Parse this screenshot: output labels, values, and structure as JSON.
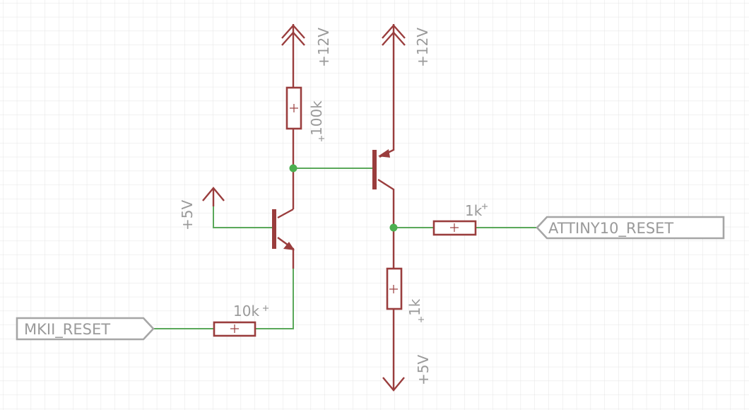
{
  "schematic": {
    "supplies": {
      "vcc12_left": "+12V",
      "vcc12_right": "+12V",
      "vcc5_left": "+5V",
      "vcc5_bottom": "+5V"
    },
    "resistors": {
      "r_100k": "100k",
      "r_10k": "10k",
      "r_1k_series": "1k",
      "r_1k_pulldown": "1k"
    },
    "ports": {
      "mkii_reset": "MKII_RESET",
      "attiny10_reset": "ATTINY10_RESET"
    }
  },
  "colors": {
    "background": "#ffffff",
    "grid": "#e4e4e4",
    "wire": "#5aa85a",
    "part": "#9a3d3d",
    "label": "#9a9a9a",
    "junction": "#4caf50"
  }
}
